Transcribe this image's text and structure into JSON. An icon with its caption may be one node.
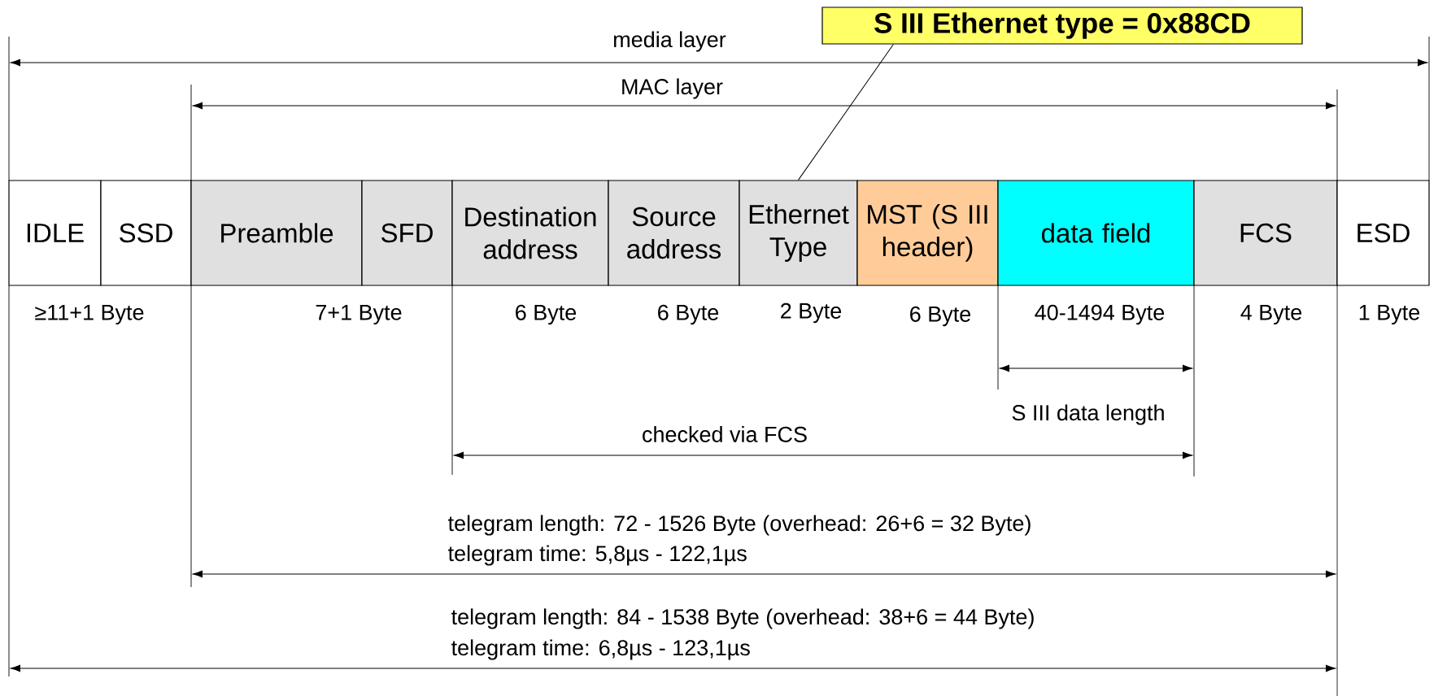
{
  "diagram": {
    "nodes": [
      {
        "text": [
          "IDLE"
        ]
      },
      {
        "text": [
          "SSD"
        ]
      },
      {
        "text": [
          "Preamble"
        ]
      },
      {
        "text": [
          "SFD"
        ]
      },
      {
        "text": [
          "Destination address"
        ]
      },
      {
        "text": [
          "Source address"
        ]
      },
      {
        "text": [
          "Ethernet Type"
        ]
      },
      {
        "text": [
          "MST (S III header)"
        ]
      },
      {
        "text": [
          "data field"
        ]
      },
      {
        "text": [
          "FCS"
        ]
      },
      {
        "text": [
          "ESD"
        ]
      },
      {
        "text": [
          "S III Ethernet type = 0x88CD"
        ]
      }
    ],
    "edges": [
      {
        "from": 11,
        "to": 6,
        "arrow": "none"
      }
    ],
    "labels": [
      "media layer",
      "MAC layer",
      "≥11+1 Byte",
      "7+1 Byte",
      "6 Byte",
      "6 Byte",
      "2 Byte",
      "6 Byte",
      "40-1494 Byte",
      "4 Byte",
      "1 Byte",
      "S III data length",
      "checked via FCS",
      "telegram length: 72 - 1526 Byte (overhead: 26+6 = 32 Byte)",
      "telegram time: 5,8µs - 122,1µs",
      "telegram length: 84 - 1538 Byte (overhead: 38+6 = 44 Byte)",
      "telegram time: 6,8µs - 123,1µs"
    ]
  }
}
